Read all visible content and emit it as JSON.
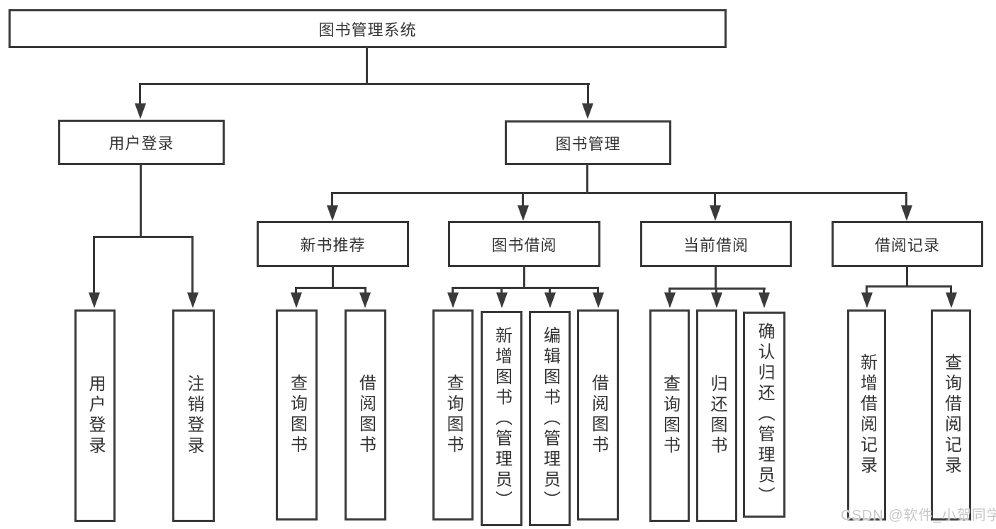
{
  "diagram_title": "图书管理系统",
  "nodes": {
    "root": {
      "label": "图书管理系统"
    },
    "login": {
      "label": "用户登录"
    },
    "mgmt": {
      "label": "图书管理"
    },
    "rec": {
      "label": "新书推荐"
    },
    "borrow": {
      "label": "图书借阅"
    },
    "current": {
      "label": "当前借阅"
    },
    "records": {
      "label": "借阅记录"
    },
    "leaf_login": {
      "label": "用户登录"
    },
    "leaf_logout": {
      "label": "注销登录"
    },
    "rec_query": {
      "label": "查询图书"
    },
    "rec_borrow": {
      "label": "借阅图书"
    },
    "bor_query": {
      "label": "查询图书"
    },
    "bor_add": {
      "label": "新增图书（管理员）"
    },
    "bor_edit": {
      "label": "编辑图书（管理员）"
    },
    "bor_borrow": {
      "label": "借阅图书"
    },
    "cur_query": {
      "label": "查询图书"
    },
    "cur_return": {
      "label": "归还图书"
    },
    "cur_confirm": {
      "label": "确认归还（管理员）"
    },
    "recd_add": {
      "label": "新增借阅记录"
    },
    "recd_query": {
      "label": "查询借阅记录"
    }
  },
  "hierarchy": {
    "图书管理系统": {
      "用户登录": [
        "用户登录",
        "注销登录"
      ],
      "图书管理": {
        "新书推荐": [
          "查询图书",
          "借阅图书"
        ],
        "图书借阅": [
          "查询图书",
          "新增图书（管理员）",
          "编辑图书（管理员）",
          "借阅图书"
        ],
        "当前借阅": [
          "查询图书",
          "归还图书",
          "确认归还（管理员）"
        ],
        "借阅记录": [
          "新增借阅记录",
          "查询借阅记录"
        ]
      }
    }
  },
  "watermark": {
    "text": "CSDN @软件_小贺同学"
  },
  "colors": {
    "line": "#3a3a3a",
    "border": "#3a3a3a",
    "text": "#333333",
    "watermark": "#c7c7c7",
    "background": "#ffffff"
  }
}
